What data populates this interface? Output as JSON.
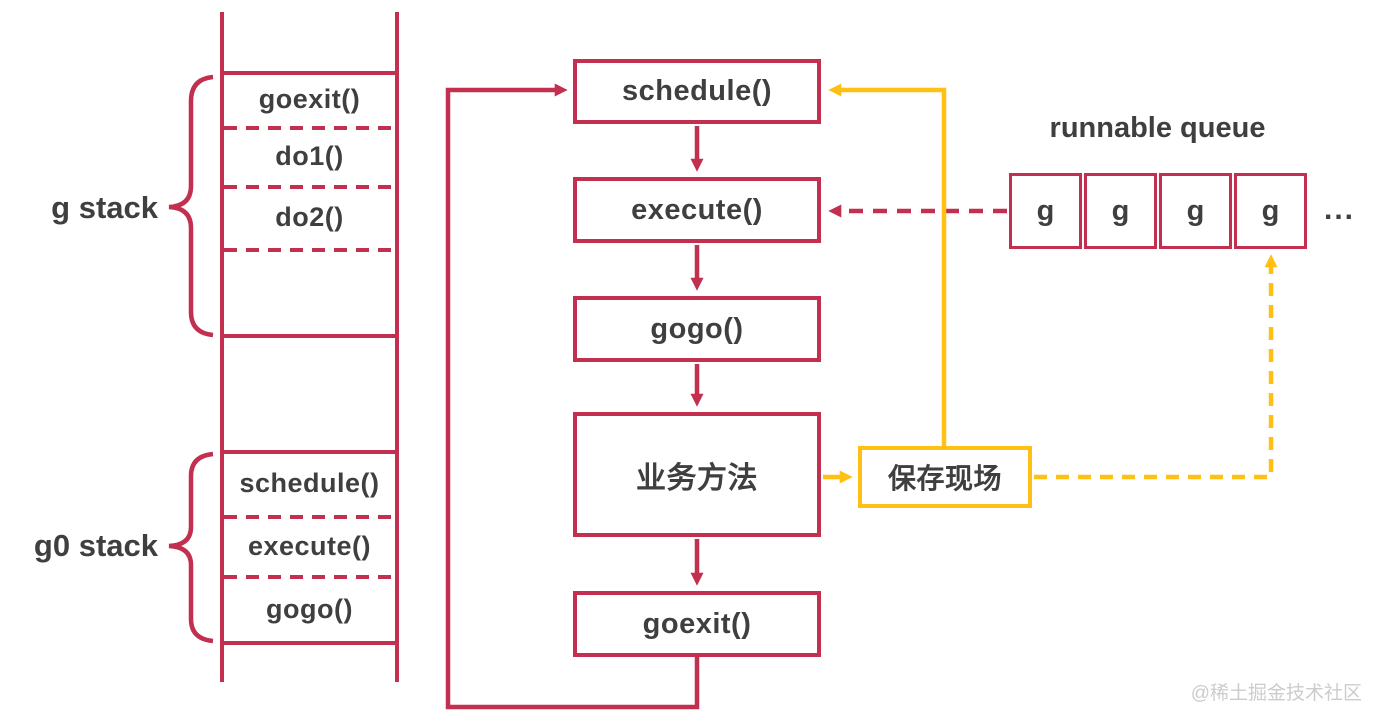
{
  "colors": {
    "line_red": "#c22f4f",
    "line_yellow": "#ffc013",
    "text_dark": "#3f3f3f",
    "watermark_gray": "#cccccc"
  },
  "stacks": {
    "g_stack": {
      "label": "g stack",
      "frames": [
        "goexit()",
        "do1()",
        "do2()"
      ]
    },
    "g0_stack": {
      "label": "g0 stack",
      "frames": [
        "schedule()",
        "execute()",
        "gogo()"
      ]
    }
  },
  "flowchart": {
    "nodes": [
      {
        "id": "schedule",
        "label": "schedule()"
      },
      {
        "id": "execute",
        "label": "execute()"
      },
      {
        "id": "gogo",
        "label": "gogo()"
      },
      {
        "id": "business-method",
        "label": "业务方法"
      },
      {
        "id": "goexit",
        "label": "goexit()"
      }
    ]
  },
  "save_context": {
    "label": "保存现场"
  },
  "runnable_queue": {
    "title": "runnable queue",
    "items": [
      "g",
      "g",
      "g",
      "g"
    ],
    "overflow": "..."
  },
  "watermark": {
    "text": "@稀土掘金技术社区"
  }
}
